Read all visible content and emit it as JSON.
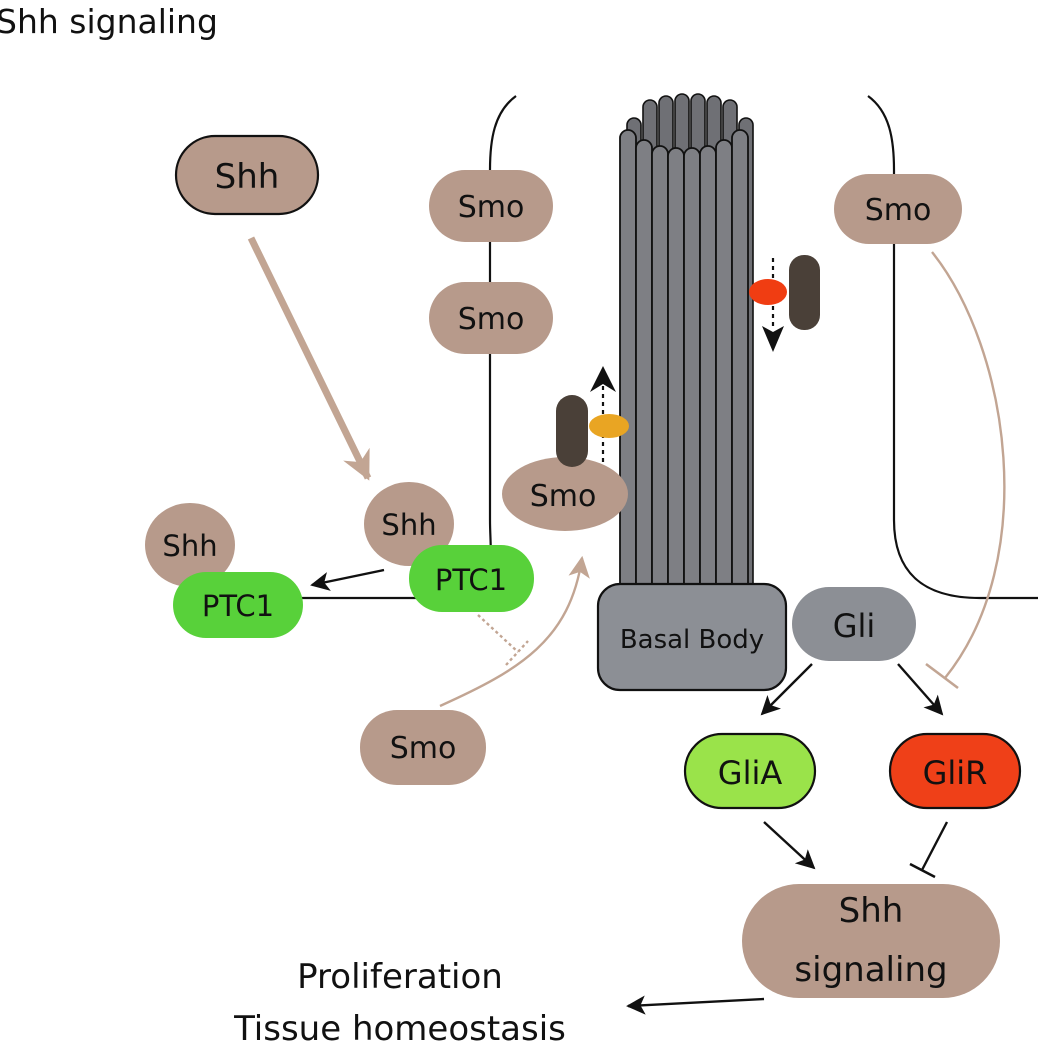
{
  "title": "Shh signaling",
  "colors": {
    "tan": "#b79a8b",
    "green": "#58d13a",
    "light_green": "#9ae34a",
    "red": "#ef4018",
    "gray": "#8c8f95",
    "cilium": "#7e7f84",
    "dark_motor": "#4a4038",
    "orange_motor_dot": "#e9a523",
    "red_motor_dot": "#f03d12",
    "arrow_tan": "#c2a593",
    "arrow_black": "#111111"
  },
  "nodes": {
    "shh_free": "Shh",
    "smo_membrane_1": "Smo",
    "smo_membrane_2": "Smo",
    "smo_right": "Smo",
    "shh_bound_left": "Shh",
    "shh_bound_right": "Shh",
    "ptc1_left": "PTC1",
    "ptc1_right": "PTC1",
    "smo_cilium": "Smo",
    "smo_cytoplasm": "Smo",
    "basal_body": "Basal Body",
    "gli": "Gli",
    "glia": "GliA",
    "glir": "GliR",
    "shh_signaling_line1": "Shh",
    "shh_signaling_line2": "signaling"
  },
  "outcome": {
    "line1": "Proliferation",
    "line2": "Tissue homeostasis"
  },
  "icons": {
    "cilium": "cilium-microtubule-bundle-icon",
    "anterograde_motor": "anterograde-motor-icon",
    "retrograde_motor": "retrograde-motor-icon"
  }
}
